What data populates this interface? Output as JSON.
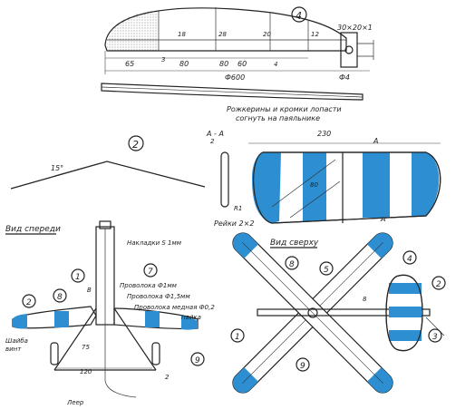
{
  "colors": {
    "ink": "#222222",
    "blue": "#2d8fd2",
    "paper": "#ffffff"
  },
  "profile": {
    "callout": "4",
    "spar_note": "30×20×1",
    "dim_65": "65",
    "dim_3": "3",
    "dim_80": "80",
    "dim_80b": "80",
    "dim_60": "60",
    "dim_4": "4",
    "dim_total": "Ф600",
    "dim_phi4": "Ф4",
    "dim_18": "18",
    "dim_28": "28",
    "dim_20": "20",
    "dim_12": "12",
    "note_line1": "Рожкерины и кромки лопасти",
    "note_line2": "согнуть на паяльнике"
  },
  "dihedral": {
    "callout": "2",
    "angle": "15°"
  },
  "tail_plan": {
    "section": "A - A",
    "dim_2": "2",
    "dim_230": "230",
    "dim_A": "A",
    "dim_A2": "A",
    "dim_R1": "R1",
    "dim_80": "80",
    "label_slats": "Рейки 2×2"
  },
  "front_view": {
    "title": "Вид спереди",
    "label_strips": "Накладки S 1мм",
    "label_wire1": "Проволока Ф1мм",
    "label_wire15": "Проволока Ф1,5мм",
    "label_wire02a": "Проволока медная Ф0,2",
    "label_wire02b": "пайка",
    "label_washer1": "Шайба",
    "label_washer2": "винт",
    "label_dim_B": "В",
    "label_dim_120": "120",
    "label_dim_2": "2",
    "label_dim_75": "75",
    "label_lever": "Леер",
    "callout_1": "1",
    "callout_2": "2",
    "callout_7": "7",
    "callout_8": "8",
    "callout_9": "9"
  },
  "top_view": {
    "title": "Вид сверху",
    "callout_1": "1",
    "callout_2": "2",
    "callout_3": "3",
    "callout_4": "4",
    "callout_5": "5",
    "callout_8": "8",
    "callout_9": "9",
    "dim_8": "8"
  }
}
